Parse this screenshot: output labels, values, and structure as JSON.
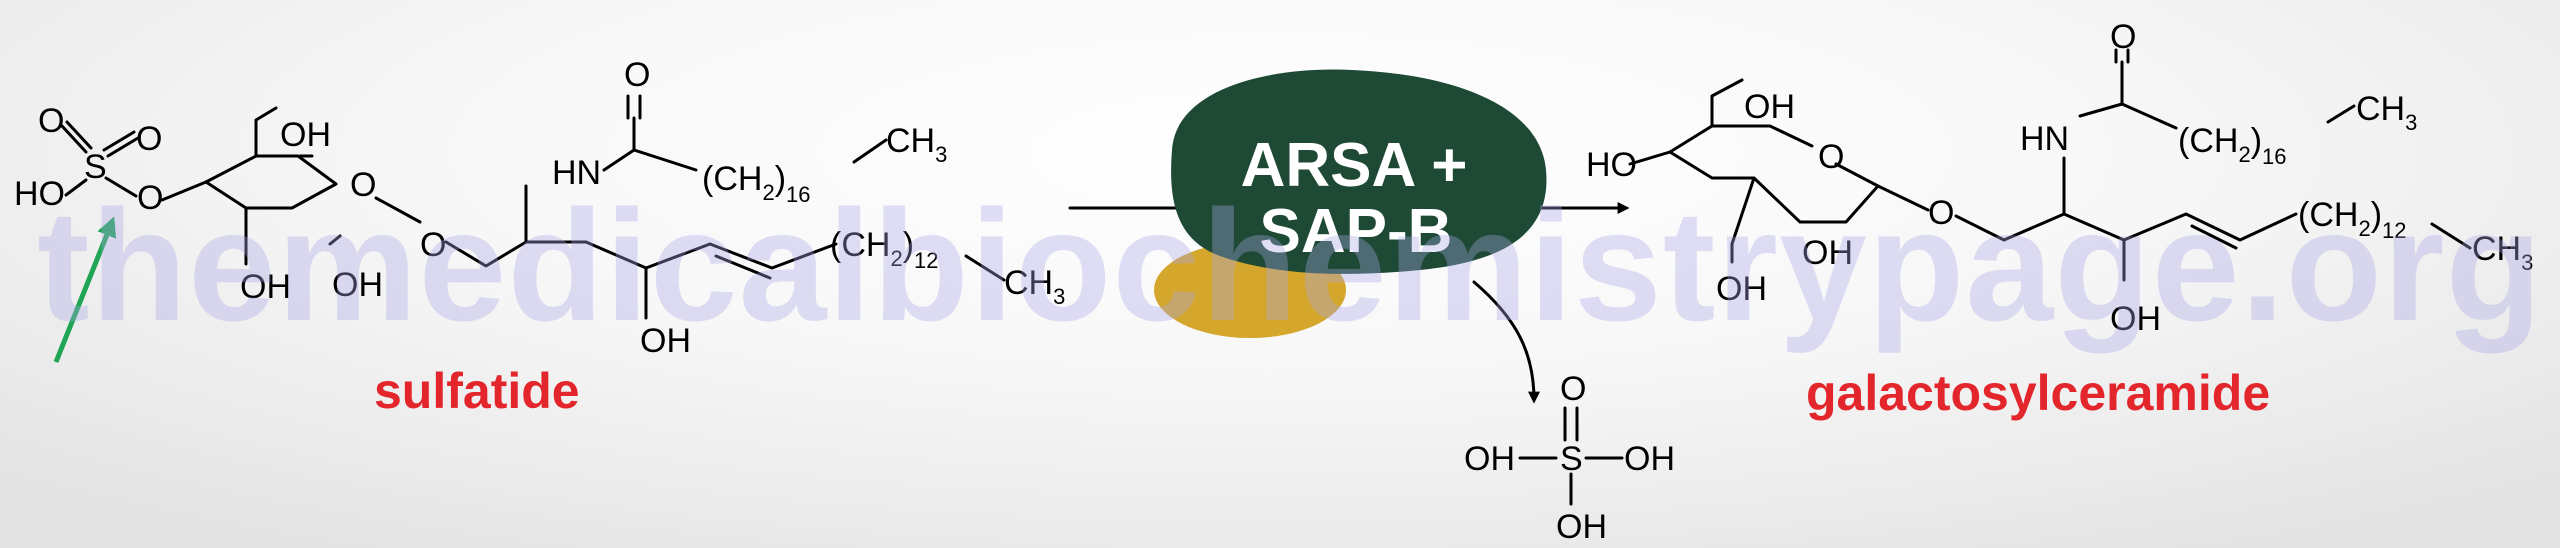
{
  "watermark": "themedicalbiochemistrypage.org",
  "enzyme": {
    "line1": "ARSA +",
    "line2": "SAP-B",
    "fill_color": "#1e4a35",
    "cofactor_color": "#d4a72c"
  },
  "arrow_highlight_color": "#1fa553",
  "substrate": {
    "name": "sulfatide",
    "sulfate": {
      "o_top1": "O",
      "o_top2": "O",
      "s": "S",
      "ho": "HO",
      "o_link": "O"
    },
    "sugar": {
      "oh6": "OH",
      "ring_o": "O",
      "oh2": "OH",
      "oh3": "OH",
      "glyco_o": "O"
    },
    "ceramide": {
      "carbonyl_o": "O",
      "nh": "HN",
      "acyl_chain": "(CH",
      "acyl_sub1": "2",
      "acyl_close": ")",
      "acyl_sub2": "16",
      "acyl_end": "CH",
      "acyl_end_sub": "3",
      "sph_chain": "(CH",
      "sph_sub1": "2",
      "sph_close": ")",
      "sph_sub2": "12",
      "sph_end": "CH",
      "sph_end_sub": "3",
      "oh": "OH"
    }
  },
  "product": {
    "name": "galactosylceramide",
    "sugar": {
      "oh6": "OH",
      "ho4": "HO",
      "ring_o": "O",
      "oh2": "OH",
      "oh3": "OH",
      "glyco_o": "O"
    },
    "ceramide": {
      "carbonyl_o": "O",
      "nh": "HN",
      "acyl_chain": "(CH",
      "acyl_sub1": "2",
      "acyl_close": ")",
      "acyl_sub2": "16",
      "acyl_end": "CH",
      "acyl_end_sub": "3",
      "sph_chain": "(CH",
      "sph_sub1": "2",
      "sph_close": ")",
      "sph_sub2": "12",
      "sph_end": "CH",
      "sph_end_sub": "3",
      "oh": "OH"
    }
  },
  "byproduct": {
    "o_top": "O",
    "oh_left": "OH",
    "s": "S",
    "oh_right": "OH",
    "oh_bottom": "OH"
  }
}
